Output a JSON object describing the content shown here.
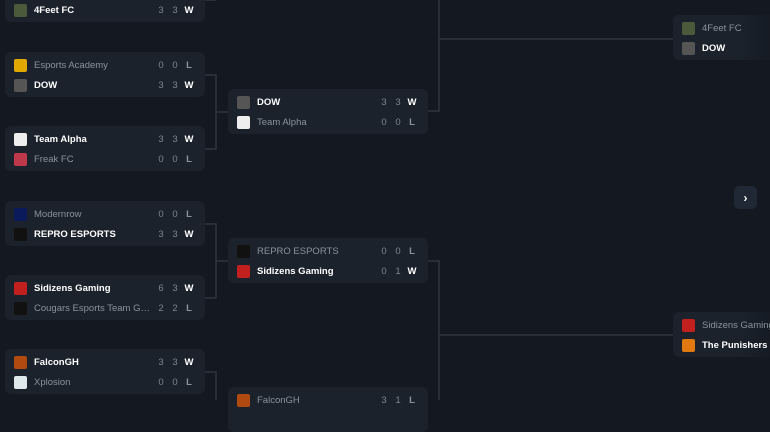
{
  "round1": [
    {
      "teams": [
        {
          "name": "",
          "s1": "",
          "s2": "",
          "res": ""
        },
        {
          "name": "4Feet FC",
          "s1": "3",
          "s2": "3",
          "res": "W",
          "win": true,
          "logo": "#4a5a3a"
        }
      ]
    },
    {
      "teams": [
        {
          "name": "Esports Academy",
          "s1": "0",
          "s2": "0",
          "res": "L",
          "logo": "#e0a800"
        },
        {
          "name": "DOW",
          "s1": "3",
          "s2": "3",
          "res": "W",
          "win": true,
          "logo": "#555"
        }
      ]
    },
    {
      "teams": [
        {
          "name": "Team Alpha",
          "s1": "3",
          "s2": "3",
          "res": "W",
          "win": true,
          "logo": "#eee"
        },
        {
          "name": "Freak FC",
          "s1": "0",
          "s2": "0",
          "res": "L",
          "logo": "#c0394a"
        }
      ]
    },
    {
      "teams": [
        {
          "name": "Modernrow",
          "s1": "0",
          "s2": "0",
          "res": "L",
          "logo": "#0a1a5a"
        },
        {
          "name": "REPRO ESPORTS",
          "s1": "3",
          "s2": "3",
          "res": "W",
          "win": true,
          "logo": "#111"
        }
      ]
    },
    {
      "teams": [
        {
          "name": "Sidizens Gaming",
          "s1": "6",
          "s2": "3",
          "res": "W",
          "win": true,
          "logo": "#c21f1f"
        },
        {
          "name": "Cougars Esports Team Ghana",
          "s1": "2",
          "s2": "2",
          "res": "L",
          "logo": "#111"
        }
      ]
    },
    {
      "teams": [
        {
          "name": "FalconGH",
          "s1": "3",
          "s2": "3",
          "res": "W",
          "win": true,
          "logo": "#b04a10"
        },
        {
          "name": "Xplosion",
          "s1": "0",
          "s2": "0",
          "res": "L",
          "logo": "#dfe8ea"
        }
      ]
    }
  ],
  "round2": [
    {
      "teams": [
        {
          "name": "DOW",
          "s1": "3",
          "s2": "3",
          "res": "W",
          "win": true,
          "logo": "#555"
        },
        {
          "name": "Team Alpha",
          "s1": "0",
          "s2": "0",
          "res": "L",
          "logo": "#eee"
        }
      ]
    },
    {
      "teams": [
        {
          "name": "REPRO ESPORTS",
          "s1": "0",
          "s2": "0",
          "res": "L",
          "logo": "#111"
        },
        {
          "name": "Sidizens Gaming",
          "s1": "0",
          "s2": "1",
          "res": "W",
          "win": true,
          "logo": "#c21f1f"
        }
      ]
    },
    {
      "teams": [
        {
          "name": "FalconGH",
          "s1": "3",
          "s2": "1",
          "res": "L",
          "logo": "#b04a10"
        },
        {
          "name": "",
          "s1": "",
          "s2": "",
          "res": ""
        }
      ]
    }
  ],
  "round3": [
    {
      "teams": [
        {
          "name": "4Feet FC",
          "logo": "#4a5a3a"
        },
        {
          "name": "DOW",
          "win": true,
          "logo": "#555"
        }
      ]
    },
    {
      "teams": [
        {
          "name": "Sidizens Gaming",
          "logo": "#c21f1f"
        },
        {
          "name": "The Punishers",
          "win": true,
          "logo": "#e07a10"
        }
      ]
    }
  ],
  "next_icon": "chevron-right-icon",
  "colors": {
    "background": "#131821",
    "card": "#1b222c",
    "line": "#2f3641"
  }
}
